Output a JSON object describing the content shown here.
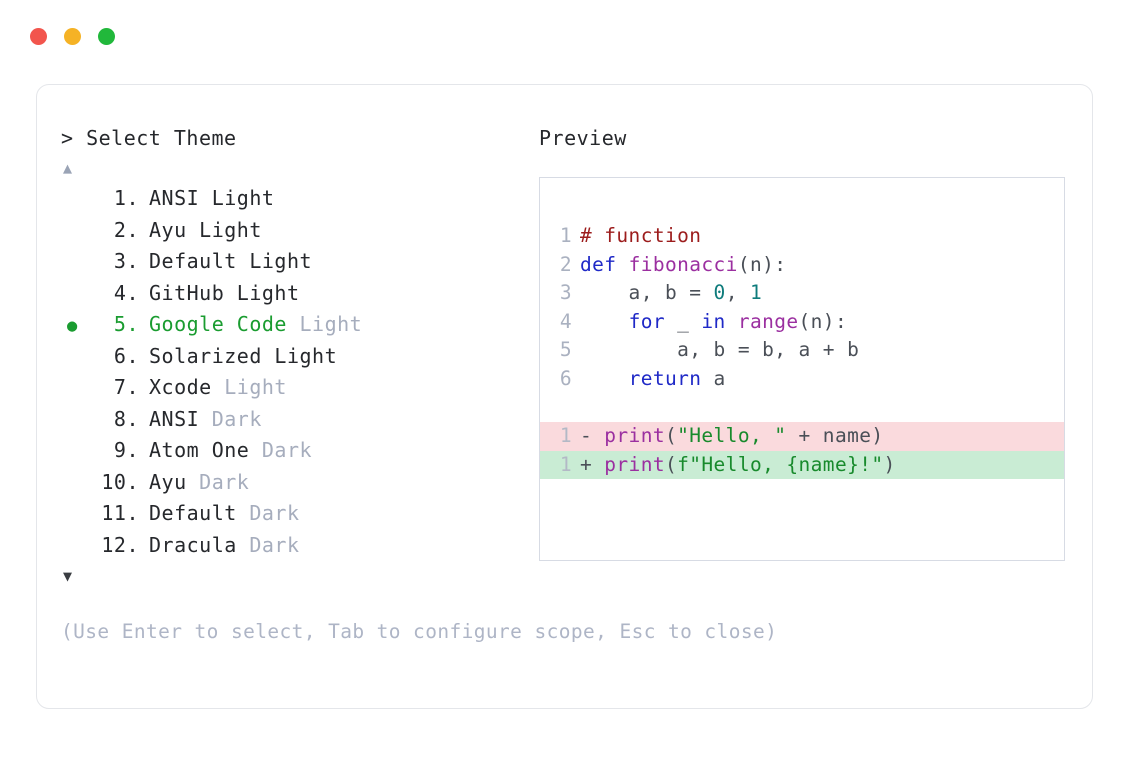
{
  "titlebar": {
    "buttons": [
      {
        "name": "close",
        "color": "#f2554d"
      },
      {
        "name": "minimize",
        "color": "#f5b225"
      },
      {
        "name": "maximize",
        "color": "#21b83b"
      }
    ]
  },
  "selector": {
    "prompt": "> Select Theme",
    "scroll_up": "▲",
    "scroll_down": "▼",
    "selected_index": 5,
    "bullet": "●",
    "items": [
      {
        "number": "1.",
        "name": "ANSI",
        "tag": "Light",
        "tag_muted": false,
        "selected": false
      },
      {
        "number": "2.",
        "name": "Ayu",
        "tag": "Light",
        "tag_muted": false,
        "selected": false
      },
      {
        "number": "3.",
        "name": "Default",
        "tag": "Light",
        "tag_muted": false,
        "selected": false
      },
      {
        "number": "4.",
        "name": "GitHub",
        "tag": "Light",
        "tag_muted": false,
        "selected": false
      },
      {
        "number": "5.",
        "name": "Google Code",
        "tag": "Light",
        "tag_muted": true,
        "selected": true
      },
      {
        "number": "6.",
        "name": "Solarized",
        "tag": "Light",
        "tag_muted": false,
        "selected": false
      },
      {
        "number": "7.",
        "name": "Xcode",
        "tag": "Light",
        "tag_muted": true,
        "selected": false
      },
      {
        "number": "8.",
        "name": "ANSI",
        "tag": "Dark",
        "tag_muted": true,
        "selected": false
      },
      {
        "number": "9.",
        "name": "Atom One",
        "tag": "Dark",
        "tag_muted": true,
        "selected": false
      },
      {
        "number": "10.",
        "name": "Ayu",
        "tag": "Dark",
        "tag_muted": true,
        "selected": false
      },
      {
        "number": "11.",
        "name": "Default",
        "tag": "Dark",
        "tag_muted": true,
        "selected": false
      },
      {
        "number": "12.",
        "name": "Dracula",
        "tag": "Dark",
        "tag_muted": true,
        "selected": false
      }
    ],
    "hint": "(Use Enter to select, Tab to configure scope, Esc to close)"
  },
  "preview": {
    "title": "Preview",
    "code_lines": [
      {
        "ln": "1",
        "tokens": [
          {
            "t": "# function",
            "c": "c-comment"
          }
        ]
      },
      {
        "ln": "2",
        "tokens": [
          {
            "t": "def ",
            "c": "c-keyword"
          },
          {
            "t": "fibonacci",
            "c": "c-func"
          },
          {
            "t": "(n):",
            "c": "c-plain"
          }
        ]
      },
      {
        "ln": "3",
        "tokens": [
          {
            "t": "    a, b = ",
            "c": "c-plain"
          },
          {
            "t": "0",
            "c": "c-num"
          },
          {
            "t": ", ",
            "c": "c-plain"
          },
          {
            "t": "1",
            "c": "c-num"
          }
        ]
      },
      {
        "ln": "4",
        "tokens": [
          {
            "t": "    ",
            "c": "c-plain"
          },
          {
            "t": "for",
            "c": "c-keyword"
          },
          {
            "t": " _ ",
            "c": "c-plain"
          },
          {
            "t": "in",
            "c": "c-keyword"
          },
          {
            "t": " ",
            "c": "c-plain"
          },
          {
            "t": "range",
            "c": "c-func"
          },
          {
            "t": "(n):",
            "c": "c-plain"
          }
        ]
      },
      {
        "ln": "5",
        "tokens": [
          {
            "t": "        a, b = b, a + b",
            "c": "c-plain"
          }
        ]
      },
      {
        "ln": "6",
        "tokens": [
          {
            "t": "    ",
            "c": "c-plain"
          },
          {
            "t": "return",
            "c": "c-keyword"
          },
          {
            "t": " a",
            "c": "c-plain"
          }
        ]
      }
    ],
    "diff_lines": [
      {
        "ln": "1",
        "kind": "del",
        "tokens": [
          {
            "t": "- ",
            "c": "c-plain"
          },
          {
            "t": "print",
            "c": "c-func"
          },
          {
            "t": "(",
            "c": "c-plain"
          },
          {
            "t": "\"Hello, \"",
            "c": "c-string"
          },
          {
            "t": " + name)",
            "c": "c-plain"
          }
        ]
      },
      {
        "ln": "1",
        "kind": "add",
        "tokens": [
          {
            "t": "+ ",
            "c": "c-plain"
          },
          {
            "t": "print",
            "c": "c-func"
          },
          {
            "t": "(",
            "c": "c-plain"
          },
          {
            "t": "f\"Hello, {name}!\"",
            "c": "c-string"
          },
          {
            "t": ")",
            "c": "c-plain"
          }
        ]
      }
    ]
  }
}
